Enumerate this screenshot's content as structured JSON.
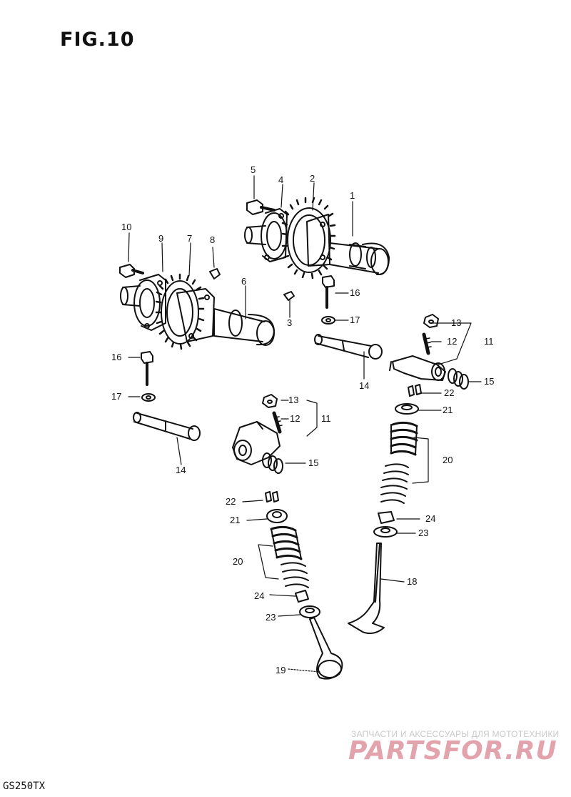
{
  "figure": {
    "title": "FIG.10",
    "model": "GS250TX"
  },
  "watermark": {
    "caption": "ЗАПЧАСТИ И АКСЕССУАРЫ ДЛЯ МОТОТЕХНИКИ",
    "logo": "PARTSFOR.RU",
    "color": "#e2a3ad"
  },
  "callouts": {
    "c1": "1",
    "c2": "2",
    "c3": "3",
    "c4": "4",
    "c5": "5",
    "c6": "6",
    "c7": "7",
    "c8": "8",
    "c9": "9",
    "c10": "10",
    "c11a": "11",
    "c12a": "12",
    "c13a": "13",
    "c14a": "14",
    "c15a": "15",
    "c16a": "16",
    "c17a": "17",
    "c16b": "16",
    "c17b": "17",
    "c14b": "14",
    "c13b": "13",
    "c12b": "12",
    "c11b": "11",
    "c15b": "15",
    "c22a": "22",
    "c21a": "21",
    "c20a": "20",
    "c24a": "24",
    "c23a": "23",
    "c18": "18",
    "c22b": "22",
    "c21b": "21",
    "c20b": "20",
    "c24b": "24",
    "c23b": "23",
    "c19": "19"
  }
}
